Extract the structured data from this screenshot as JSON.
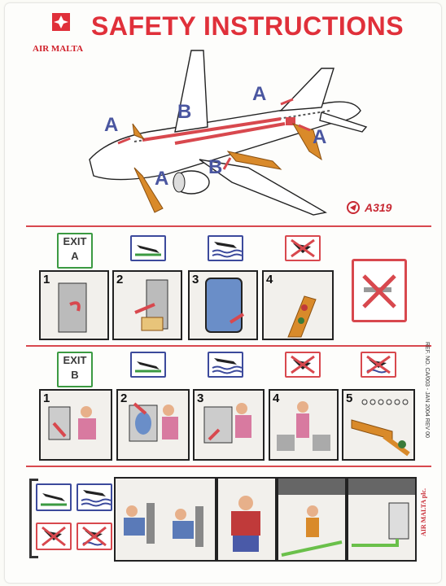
{
  "header": {
    "airline": "AIR MALTA",
    "title": "SAFETY INSTRUCTIONS"
  },
  "aircraft": {
    "model": "A319",
    "exit_callouts": [
      "A",
      "B",
      "A",
      "A",
      "B",
      "A"
    ]
  },
  "exit_a": {
    "badge_line1": "EXIT",
    "badge_line2": "A",
    "steps": [
      "1",
      "2",
      "3",
      "4"
    ]
  },
  "exit_b": {
    "badge_line1": "EXIT",
    "badge_line2": "B",
    "steps": [
      "1",
      "2",
      "3",
      "4",
      "5"
    ]
  },
  "reference": "REF. NO. CA/003 - JAN 2004 REV 00",
  "footer": {
    "brand": "AIR MALTA plc."
  },
  "colors": {
    "brand_red": "#e0303a",
    "rule_red": "#d8484e",
    "exit_green": "#3b9a42",
    "icon_blue": "#3c4a9c",
    "slide_orange": "#d98a2a"
  }
}
